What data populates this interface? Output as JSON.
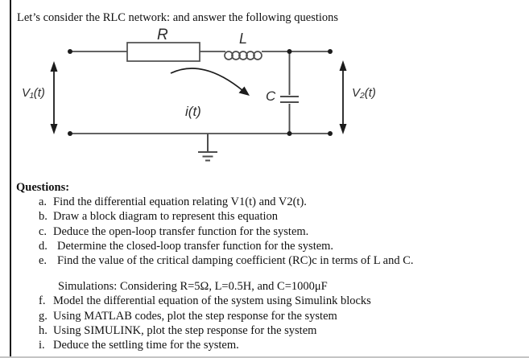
{
  "page": {
    "title": "Let’s consider the RLC network: and answer the following questions"
  },
  "circuit": {
    "labels": {
      "resistor": "R",
      "inductor": "L",
      "capacitor": "C",
      "current": "i(t)",
      "input_voltage": "V₁(t)",
      "output_voltage": "V₂(t)"
    },
    "colors": {
      "wire": "#4d4d4d",
      "ink": "#1c1c1c"
    }
  },
  "questions": {
    "heading": "Questions:",
    "items": [
      {
        "letter": "a.",
        "text": "Find the differential equation relating V1(t) and V2(t)."
      },
      {
        "letter": "b.",
        "text": "Draw a block diagram to represent this equation"
      },
      {
        "letter": "c.",
        "text": "Deduce the open-loop transfer function for the system."
      },
      {
        "letter": "d.",
        "text": "Determine the closed-loop transfer function for the system."
      },
      {
        "letter": "e.",
        "text": "Find the value of the critical damping coefficient (RC)c in terms of L and C."
      }
    ],
    "simulations_note": "Simulations: Considering R=5Ω, L=0.5H, and C=1000μF",
    "simulation_items": [
      {
        "letter": "f.",
        "text": "Model the differential equation of the system using Simulink blocks"
      },
      {
        "letter": "g.",
        "text": "Using MATLAB codes, plot the step response for the system"
      },
      {
        "letter": "h.",
        "text": "Using SIMULINK, plot the step response for the system"
      },
      {
        "letter": "i.",
        "text": "Deduce the settling time for the system."
      }
    ]
  }
}
